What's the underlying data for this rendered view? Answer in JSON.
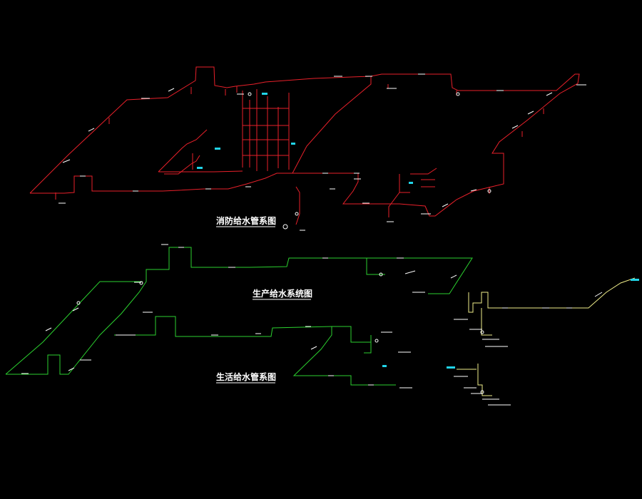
{
  "colors": {
    "background": "#000000",
    "fire_pipe": "#e8202a",
    "production_pipe": "#2bd12f",
    "domestic_pipe": "#2bd12f",
    "detail_pipe": "#f0ee8a",
    "annotation": "#ffffff",
    "highlight": "#21d4e8"
  },
  "diagrams": {
    "fire": {
      "title": "消防给水管系图"
    },
    "production": {
      "title": "生产给水系统图"
    },
    "domestic": {
      "title": "生活给水管系图"
    }
  }
}
